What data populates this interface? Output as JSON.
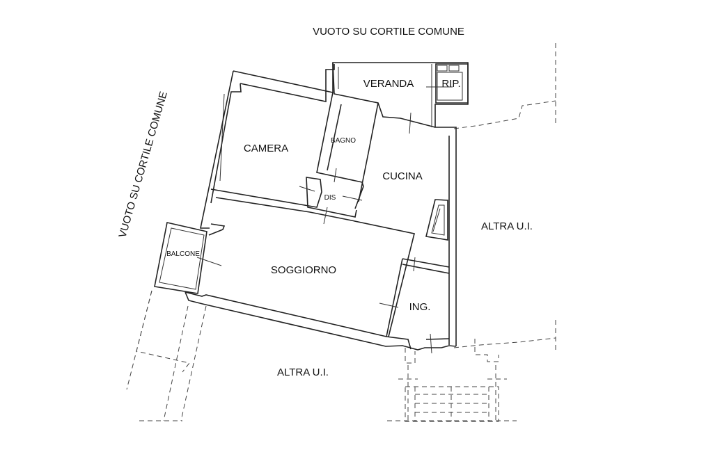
{
  "labels": {
    "top_area": "VUOTO SU CORTILE COMUNE",
    "left_area": "VUOTO SU CORTILE COMUNE",
    "veranda": "VERANDA",
    "rip": "RIP.",
    "camera": "CAMERA",
    "bagno": "BAGNO",
    "cucina": "CUCINA",
    "dis": "DIS",
    "balcone": "BALCONE",
    "soggiorno": "SOGGIORNO",
    "ingresso": "ING.",
    "altra_right": "ALTRA U.I.",
    "altra_bottom": "ALTRA U.I."
  }
}
